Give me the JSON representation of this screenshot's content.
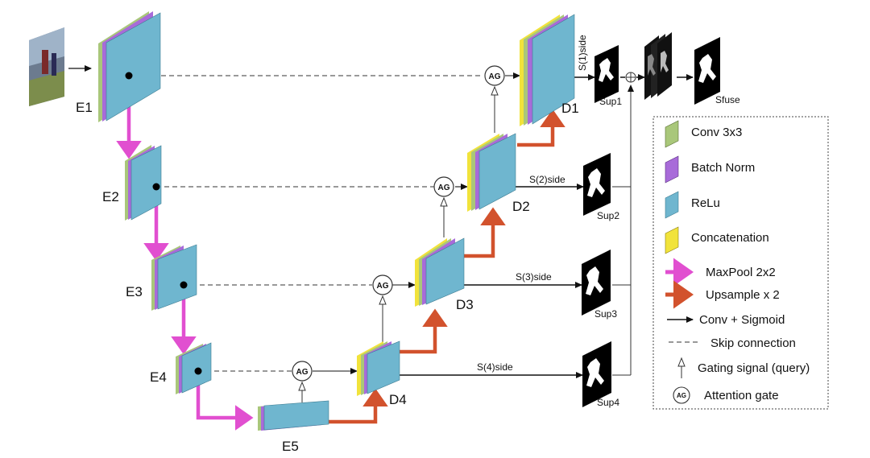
{
  "colors": {
    "conv": "#a9c77a",
    "batchnorm": "#a86bd9",
    "relu": "#6fb6cf",
    "concat": "#f1e33b",
    "maxpool": "#e14fd0",
    "upsample": "#d2522d",
    "line": "#111111"
  },
  "encoder": {
    "e1": "E1",
    "e2": "E2",
    "e3": "E3",
    "e4": "E4",
    "e5": "E5"
  },
  "decoder": {
    "d1": "D1",
    "d2": "D2",
    "d3": "D3",
    "d4": "D4"
  },
  "gates": {
    "label": "AG"
  },
  "side_outputs": {
    "s1": "S(1)side",
    "s2": "S(2)side",
    "s3": "S(3)side",
    "s4": "S(4)side",
    "sup1": "Sup1",
    "sup2": "Sup2",
    "sup3": "Sup3",
    "sup4": "Sup4",
    "fuse": "Sfuse"
  },
  "legend": {
    "conv": "Conv 3x3",
    "batchnorm": "Batch Norm",
    "relu": "ReLu",
    "concat": "Concatenation",
    "maxpool": "MaxPool 2x2",
    "upsample": "Upsample x 2",
    "conv_sigmoid": "Conv + Sigmoid",
    "skip": "Skip connection",
    "gating": "Gating signal (query)",
    "attention": "Attention gate",
    "ag_symbol": "AG"
  }
}
